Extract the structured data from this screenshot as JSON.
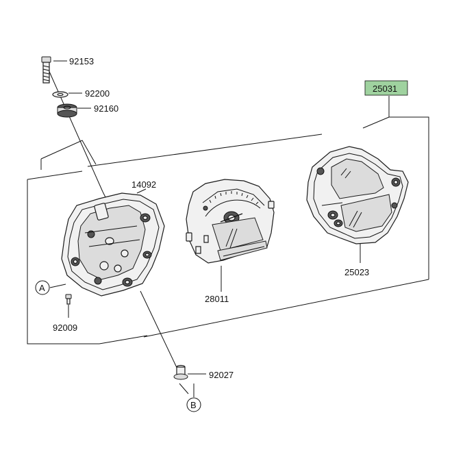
{
  "parts": {
    "p92153": "92153",
    "p92200": "92200",
    "p92160": "92160",
    "p25031": "25031",
    "p14092": "14092",
    "p28011": "28011",
    "p25023": "25023",
    "p92009": "92009",
    "p92027": "92027"
  },
  "references": {
    "a": "A",
    "b": "B"
  },
  "colors": {
    "highlight_label_bg": "#9fd29f",
    "line": "#111111"
  }
}
